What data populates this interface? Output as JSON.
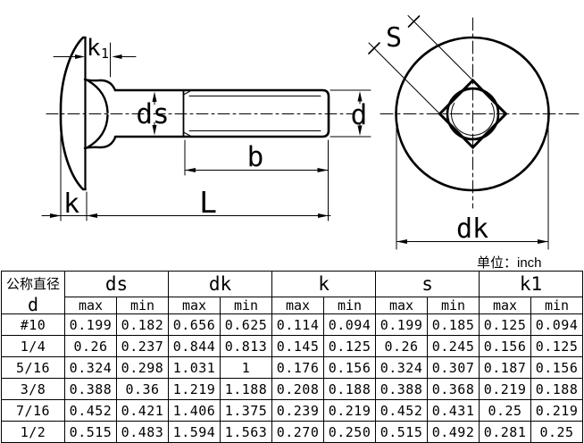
{
  "unit_note": "单位：inch",
  "drawing": {
    "labels": {
      "k1_main": "k",
      "k1_sub": "1",
      "ds": "ds",
      "b": "b",
      "k": "k",
      "L": "L",
      "d": "d",
      "s": "S",
      "dk": "dk"
    }
  },
  "table": {
    "corner": {
      "line1": "公称直径",
      "line2": "d"
    },
    "groups": [
      "ds",
      "dk",
      "k",
      "s",
      "k1"
    ],
    "sub_headers": [
      "max",
      "min"
    ],
    "rows": [
      {
        "d": "#10",
        "values": [
          "0.199",
          "0.182",
          "0.656",
          "0.625",
          "0.114",
          "0.094",
          "0.199",
          "0.185",
          "0.125",
          "0.094"
        ]
      },
      {
        "d": "1/4",
        "values": [
          "0.26",
          "0.237",
          "0.844",
          "0.813",
          "0.145",
          "0.125",
          "0.26",
          "0.245",
          "0.156",
          "0.125"
        ]
      },
      {
        "d": "5/16",
        "values": [
          "0.324",
          "0.298",
          "1.031",
          "1",
          "0.176",
          "0.156",
          "0.324",
          "0.307",
          "0.187",
          "0.156"
        ]
      },
      {
        "d": "3/8",
        "values": [
          "0.388",
          "0.36",
          "1.219",
          "1.188",
          "0.208",
          "0.188",
          "0.388",
          "0.368",
          "0.219",
          "0.188"
        ]
      },
      {
        "d": "7/16",
        "values": [
          "0.452",
          "0.421",
          "1.406",
          "1.375",
          "0.239",
          "0.219",
          "0.452",
          "0.431",
          "0.25",
          "0.219"
        ]
      },
      {
        "d": "1/2",
        "values": [
          "0.515",
          "0.483",
          "1.594",
          "1.563",
          "0.270",
          "0.250",
          "0.515",
          "0.492",
          "0.281",
          "0.25"
        ]
      }
    ]
  }
}
